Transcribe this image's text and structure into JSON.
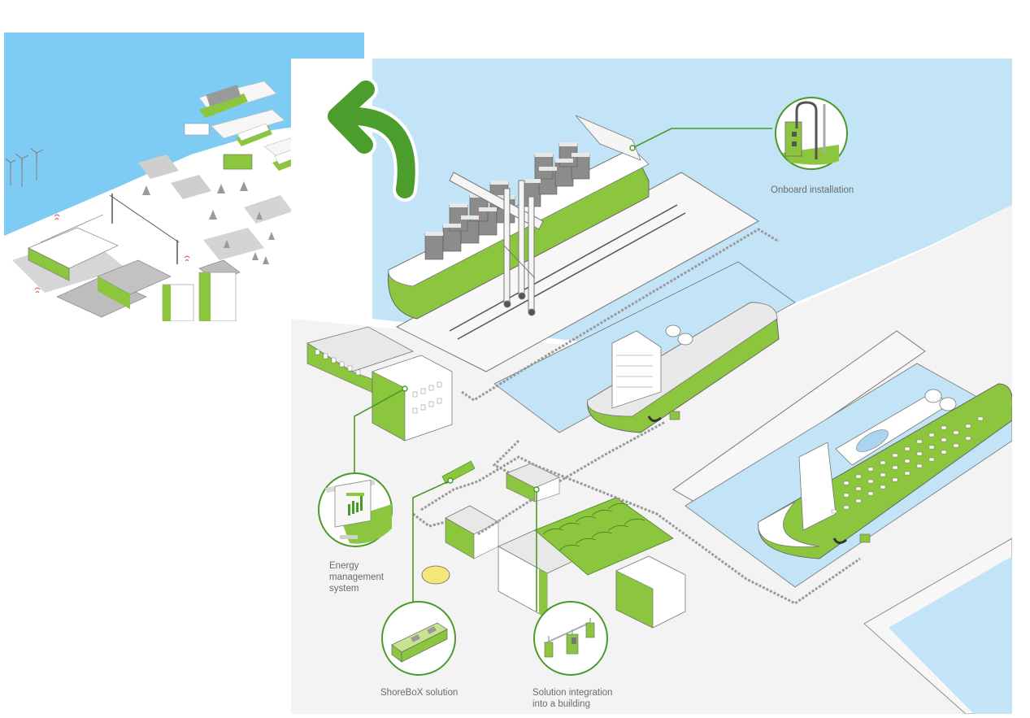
{
  "diagram": {
    "title": "Shore-to-ship power port overview",
    "colors": {
      "accent_green": "#8cc63f",
      "dark_green": "#4a9a2a",
      "arrow_green": "#4c9e2c",
      "water_light": "#c3e3f7",
      "water_inset": "#7ecbf3",
      "ground": "#f3f3f3",
      "line_gray": "#7a7a7a",
      "container_gray": "#8c8c8c",
      "label_gray": "#6b6b6b"
    },
    "callouts": [
      {
        "id": "onboard",
        "label": "Onboard installation",
        "icon": "onboard-plug-icon"
      },
      {
        "id": "ems",
        "label_lines": [
          "Energy",
          "management",
          "system"
        ],
        "icon": "monitor-dashboard-icon"
      },
      {
        "id": "shorebox",
        "label": "ShoreBoX solution",
        "icon": "shorebox-container-icon"
      },
      {
        "id": "building",
        "label_lines": [
          "Solution integration",
          "into a building"
        ],
        "icon": "electrical-cabinets-icon"
      }
    ],
    "scene": {
      "ships": [
        "container-ship",
        "ro-ro-ferry",
        "cruise-ship"
      ],
      "inset_description": "City and harbour overview with wind turbines, factories and towers",
      "navigation_arrow": "curved-arrow-back-to-overview"
    }
  }
}
